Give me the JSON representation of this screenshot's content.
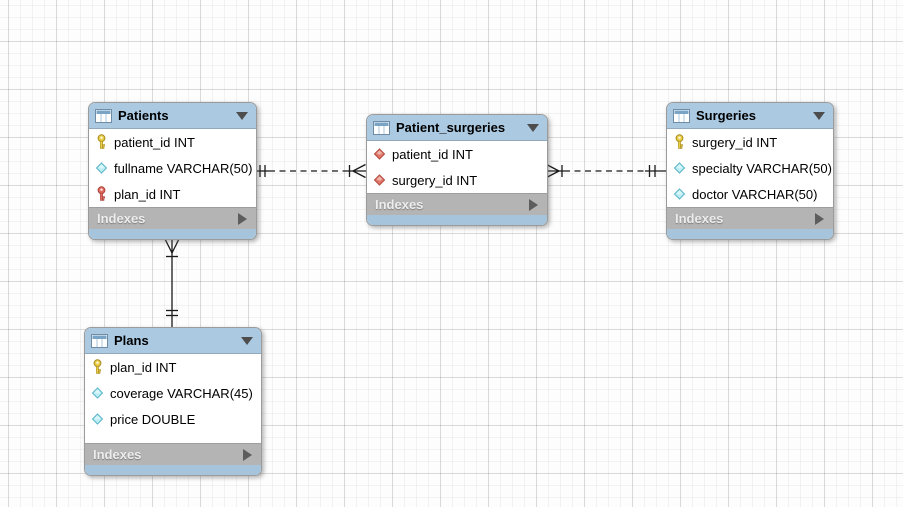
{
  "diagram": {
    "type": "eer-database-diagram",
    "tables": [
      {
        "name": "Patients",
        "fields": [
          {
            "icon": "primary-key-icon",
            "label": "patient_id INT"
          },
          {
            "icon": "column-icon",
            "label": "fullname VARCHAR(50)"
          },
          {
            "icon": "foreign-key-icon",
            "label": "plan_id INT"
          }
        ],
        "indexes_label": "Indexes"
      },
      {
        "name": "Patient_surgeries",
        "fields": [
          {
            "icon": "foreign-key-column-icon",
            "label": "patient_id INT"
          },
          {
            "icon": "foreign-key-column-icon",
            "label": "surgery_id INT"
          }
        ],
        "indexes_label": "Indexes"
      },
      {
        "name": "Surgeries",
        "fields": [
          {
            "icon": "primary-key-icon",
            "label": "surgery_id INT"
          },
          {
            "icon": "column-icon",
            "label": "specialty VARCHAR(50)"
          },
          {
            "icon": "column-icon",
            "label": "doctor VARCHAR(50)"
          }
        ],
        "indexes_label": "Indexes"
      },
      {
        "name": "Plans",
        "fields": [
          {
            "icon": "primary-key-icon",
            "label": "plan_id INT"
          },
          {
            "icon": "column-icon",
            "label": "coverage VARCHAR(45)"
          },
          {
            "icon": "column-icon",
            "label": "price DOUBLE"
          }
        ],
        "indexes_label": "Indexes"
      }
    ],
    "relationships": [
      {
        "from": "Patients",
        "to": "Patient_surgeries",
        "from_cardinality": "exactly-one",
        "to_cardinality": "many",
        "line": "dashed"
      },
      {
        "from": "Surgeries",
        "to": "Patient_surgeries",
        "from_cardinality": "exactly-one",
        "to_cardinality": "many",
        "line": "dashed"
      },
      {
        "from": "Plans",
        "to": "Patients",
        "from_cardinality": "exactly-one",
        "to_cardinality": "many",
        "line": "solid"
      }
    ],
    "colors": {
      "header_blue": "#abcae2",
      "footer_blue": "#a6c5dc",
      "indexes_gray": "#b4b4b4",
      "primary_key_yellow": "#e9cf45",
      "foreign_key_red": "#e06a5f",
      "column_cyan": "#bceef4",
      "fk_diamond_red": "#e27a6c",
      "line_black": "#1a1a1a"
    }
  }
}
